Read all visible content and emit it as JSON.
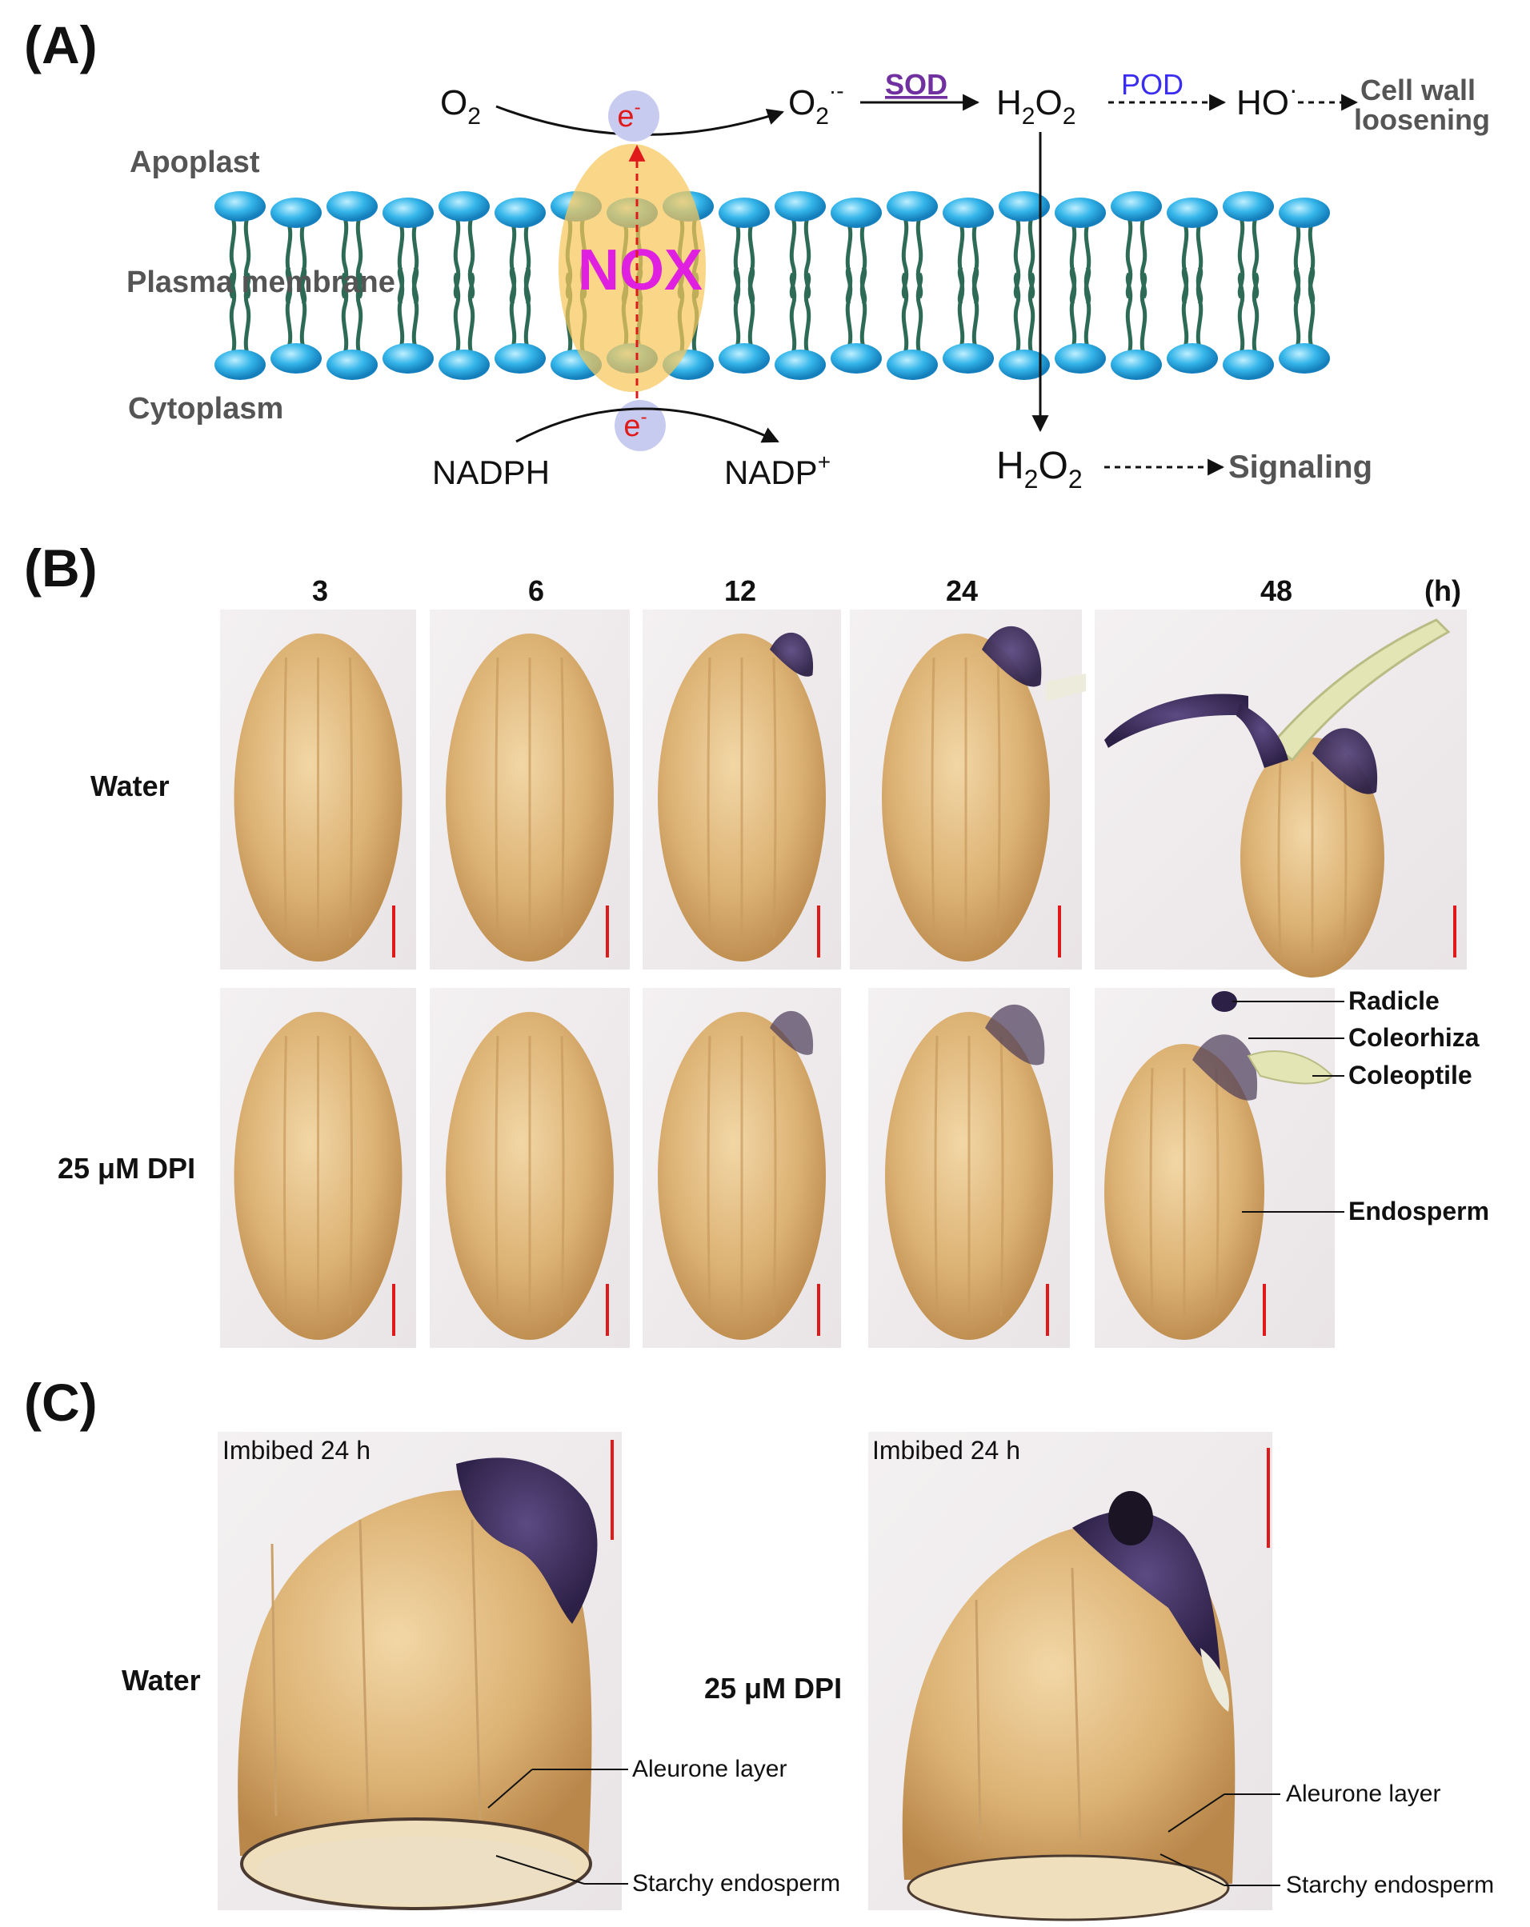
{
  "panelA": {
    "label": "(A)",
    "regions": {
      "apoplast": "Apoplast",
      "membrane": "Plasma membrane",
      "cytoplasm": "Cytoplasm"
    },
    "enzyme": "NOX",
    "electron": "e",
    "electron_sup": "-",
    "o2": {
      "base": "O",
      "sub": "2"
    },
    "superoxide": {
      "base": "O",
      "sub": "2",
      "sup": "·-"
    },
    "sod": "SOD",
    "pod": "POD",
    "h2o2_top": {
      "a": "H",
      "s1": "2",
      "b": "O",
      "s2": "2"
    },
    "hydroxyl": {
      "base": "HO",
      "sup": "·"
    },
    "cell_wall": [
      "Cell wall",
      "loosening"
    ],
    "nadph": "NADPH",
    "nadp": {
      "base": "NADP",
      "sup": "+"
    },
    "h2o2_bottom": {
      "a": "H",
      "s1": "2",
      "b": "O",
      "s2": "2"
    },
    "signaling": "Signaling",
    "colors": {
      "sod": "#7030a0",
      "pod": "#3a2cf0",
      "nox": "#e020e0",
      "electron": "#e01a1a",
      "ellipse": "#f6c65a",
      "head": "#2aa8e0",
      "tail": "#2e6b56"
    }
  },
  "panelB": {
    "label": "(B)",
    "times": [
      "3",
      "6",
      "12",
      "24",
      "48"
    ],
    "unit": "(h)",
    "rows": [
      "Water",
      "25 μM DPI"
    ],
    "annotations": [
      "Radicle",
      "Coleorhiza",
      "Coleoptile",
      "Endosperm"
    ]
  },
  "panelC": {
    "label": "(C)",
    "imbibed": "Imbibed 24 h",
    "rows": [
      "Water",
      "25 μM DPI"
    ],
    "annotations": [
      "Aleurone layer",
      "Starchy endosperm"
    ]
  }
}
